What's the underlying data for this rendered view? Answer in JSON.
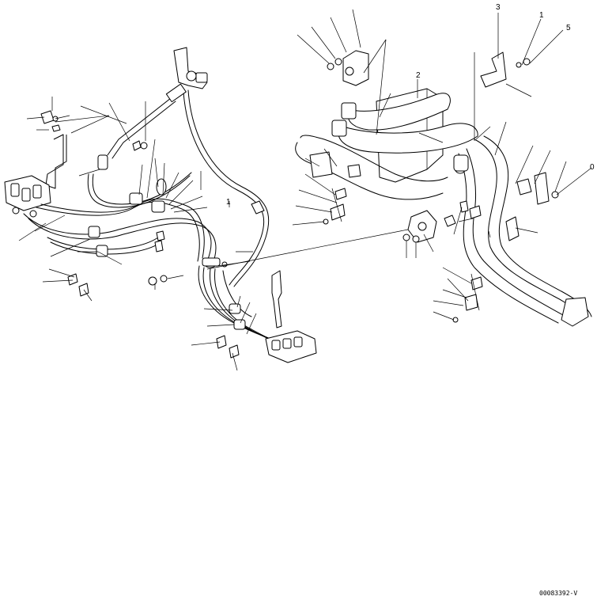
{
  "callouts": {
    "c1": "3",
    "c2": "1",
    "c3": "5",
    "c4": "2",
    "c5": "0",
    "c6": "1"
  },
  "drawing_code": "00083392-V"
}
